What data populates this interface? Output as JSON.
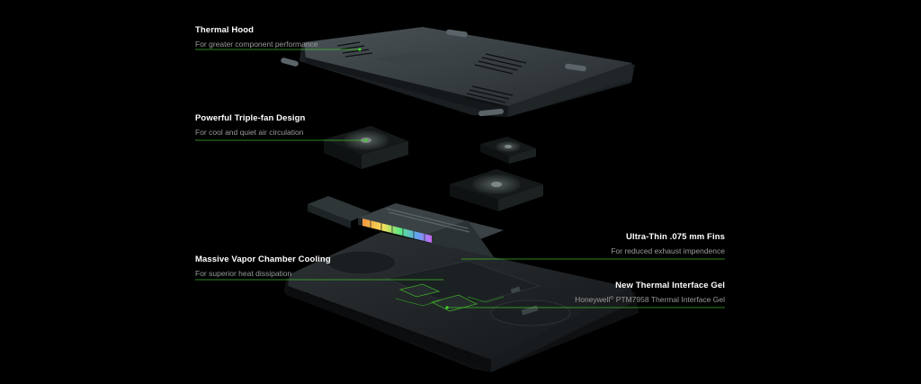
{
  "accent_color": "#44d62c",
  "background_color": "#000000",
  "callouts": {
    "thermal_hood": {
      "title": "Thermal Hood",
      "description": "For greater component performance"
    },
    "triple_fan": {
      "title": "Powerful Triple-fan Design",
      "description": "For cool and quiet air circulation"
    },
    "vapor_chamber": {
      "title": "Massive Vapor Chamber Cooling",
      "description": "For superior heat dissipation"
    },
    "fins": {
      "title": "Ultra-Thin .075 mm Fins",
      "description": "For reduced exhaust impendence"
    },
    "interface_gel": {
      "title": "New Thermal Interface Gel",
      "description_brand": "Honeywell",
      "registered_mark": "®",
      "description_rest": " PTM7958 Thermal Interface Gel"
    }
  }
}
